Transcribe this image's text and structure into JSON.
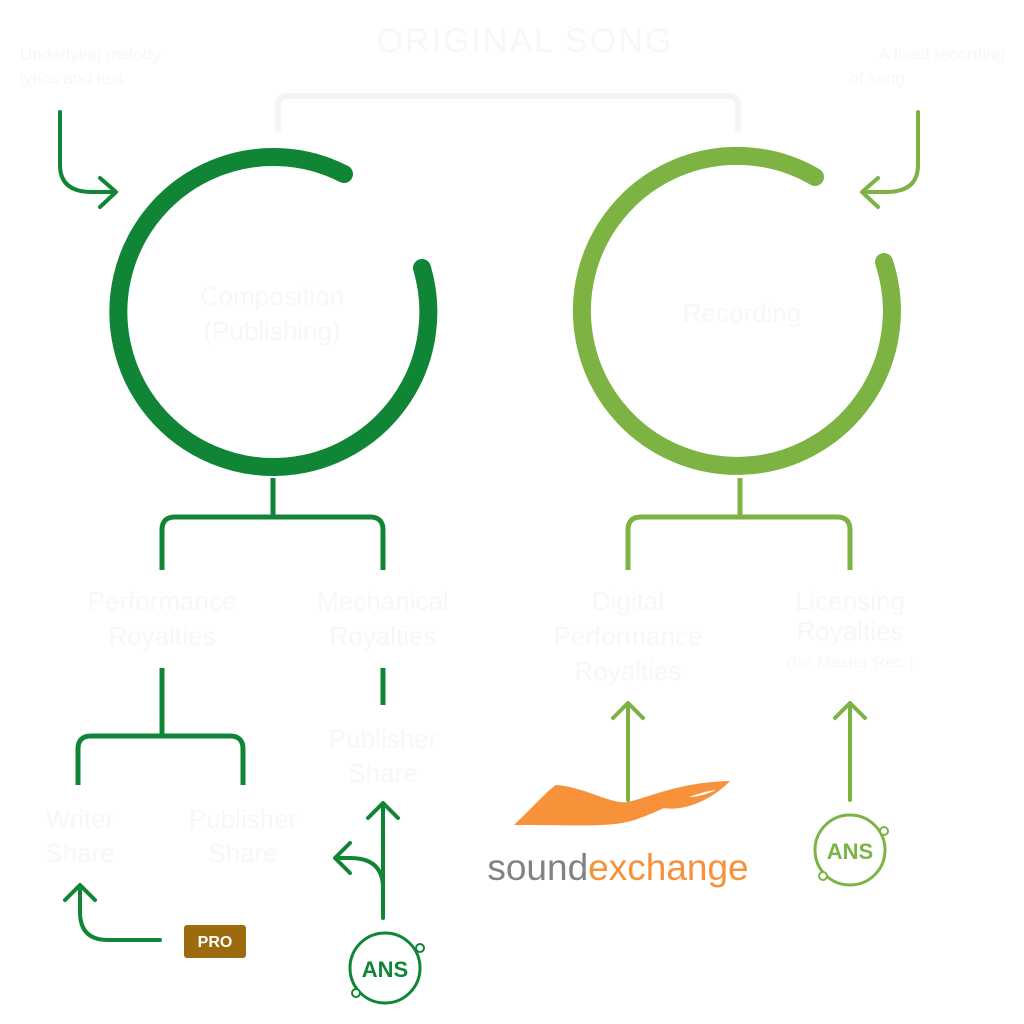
{
  "title": "ORIGINAL SONG",
  "left_note": [
    "Underlying melody",
    "lyrics and text"
  ],
  "right_note": [
    "A fixed recording",
    "of song"
  ],
  "composition": {
    "line1": "Composition",
    "line2": "(Publishing)"
  },
  "recording": {
    "line1": "Recording"
  },
  "performance": {
    "line1": "Performance",
    "line2": "Royalties"
  },
  "mechanical": {
    "line1": "Mechanical",
    "line2": "Royalties"
  },
  "digital": {
    "line1": "Digital",
    "line2": "Performance",
    "line3": "Royalties"
  },
  "licensing": {
    "line1": "Licensing",
    "line2": "Royalties",
    "line3": "(for Master Rec.)"
  },
  "writer": {
    "line1": "Writer",
    "line2": "Share"
  },
  "publisher": {
    "line1": "Publisher",
    "line2": "Share"
  },
  "pub_share": {
    "line1": "Publisher",
    "line2": "Share"
  },
  "pro_badge": "PRO",
  "ans_badge": "ANS",
  "soundexchange": {
    "part1": "sound",
    "part2": "exchange"
  },
  "colors": {
    "dark_green": "#108536",
    "light_green": "#7cb342",
    "orange": "#f7923a",
    "gray": "#808285",
    "pro_brown": "#9c6a0f",
    "ghost_text": "#f6f8f8"
  }
}
